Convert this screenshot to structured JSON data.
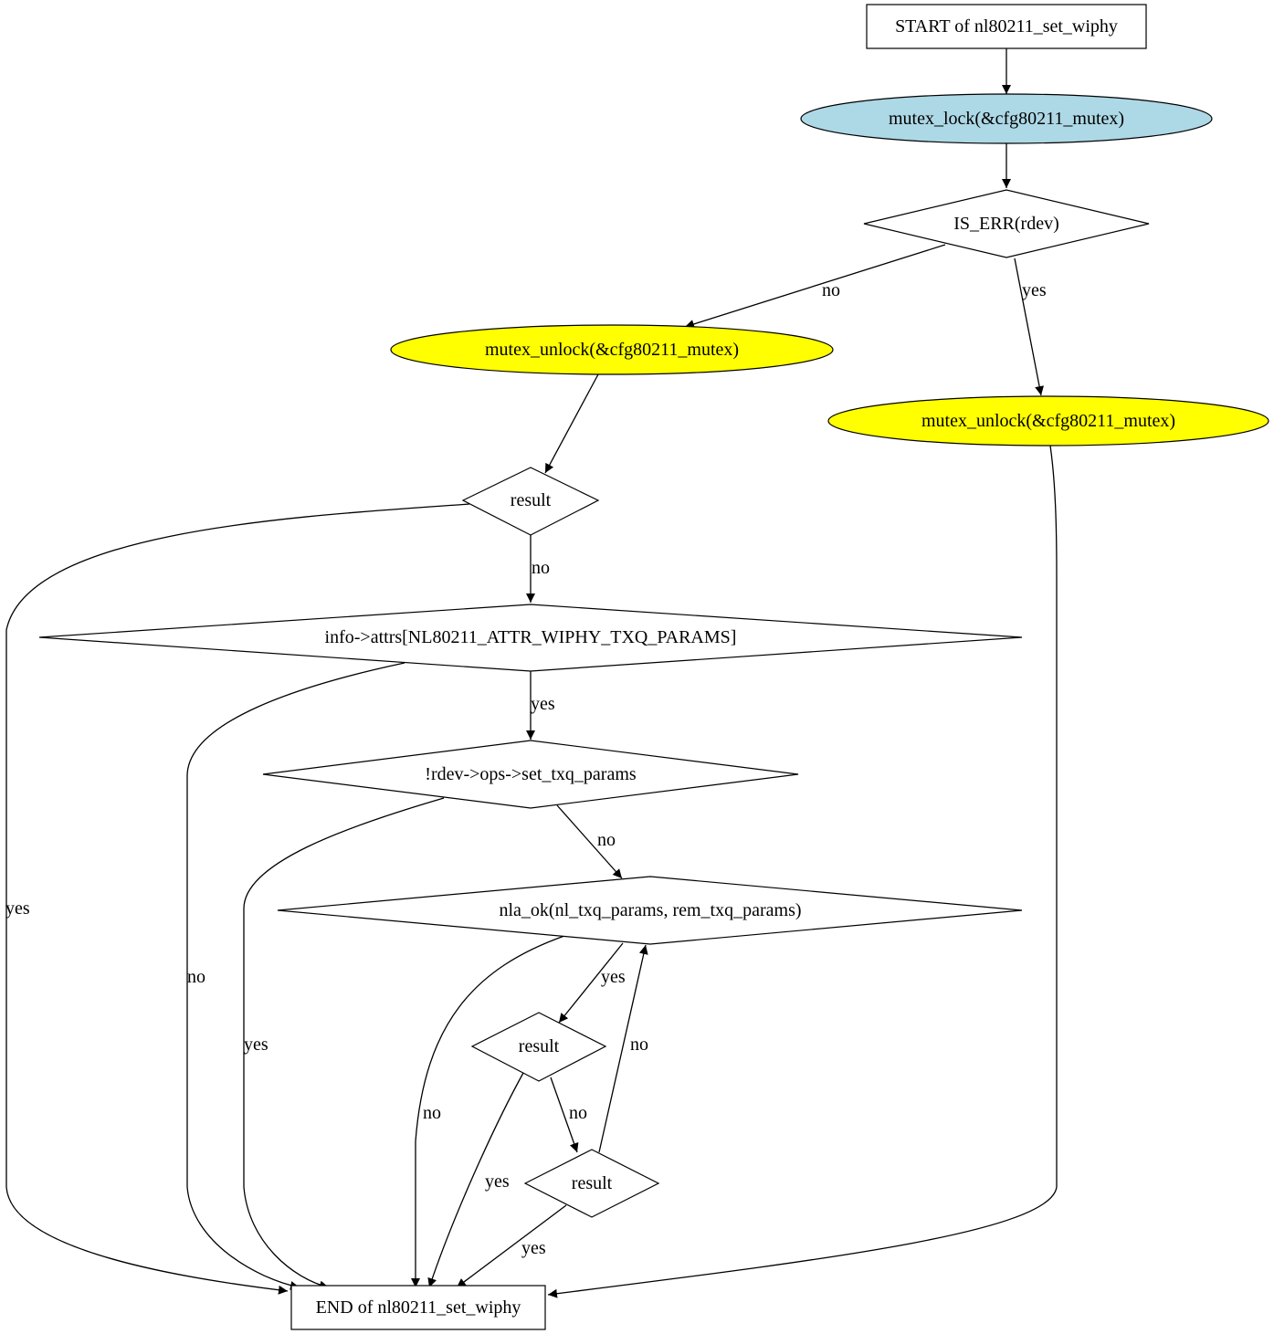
{
  "colors": {
    "mutex_lock_fill": "#add8e6",
    "mutex_unlock_fill": "#ffff00",
    "default_fill": "#ffffff",
    "stroke": "#000000"
  },
  "nodes": {
    "start": "START of nl80211_set_wiphy",
    "mutex_lock": "mutex_lock(&cfg80211_mutex)",
    "is_err": "IS_ERR(rdev)",
    "mutex_unlock_no": "mutex_unlock(&cfg80211_mutex)",
    "mutex_unlock_yes": "mutex_unlock(&cfg80211_mutex)",
    "result_1": "result",
    "info_attrs": "info->attrs[NL80211_ATTR_WIPHY_TXQ_PARAMS]",
    "set_txq_params": "!rdev->ops->set_txq_params",
    "nla_ok": "nla_ok(nl_txq_params, rem_txq_params)",
    "result_2": "result",
    "result_3": "result",
    "end": "END of nl80211_set_wiphy"
  },
  "edges": {
    "is_err_no": "no",
    "is_err_yes": "yes",
    "result1_yes": "yes",
    "result1_no": "no",
    "info_attrs_yes": "yes",
    "info_attrs_no": "no",
    "set_txq_no": "no",
    "set_txq_yes": "yes",
    "nla_ok_yes": "yes",
    "nla_ok_no": "no",
    "result2_no": "no",
    "result2_yes": "yes",
    "result3_no": "no",
    "result3_yes": "yes"
  }
}
